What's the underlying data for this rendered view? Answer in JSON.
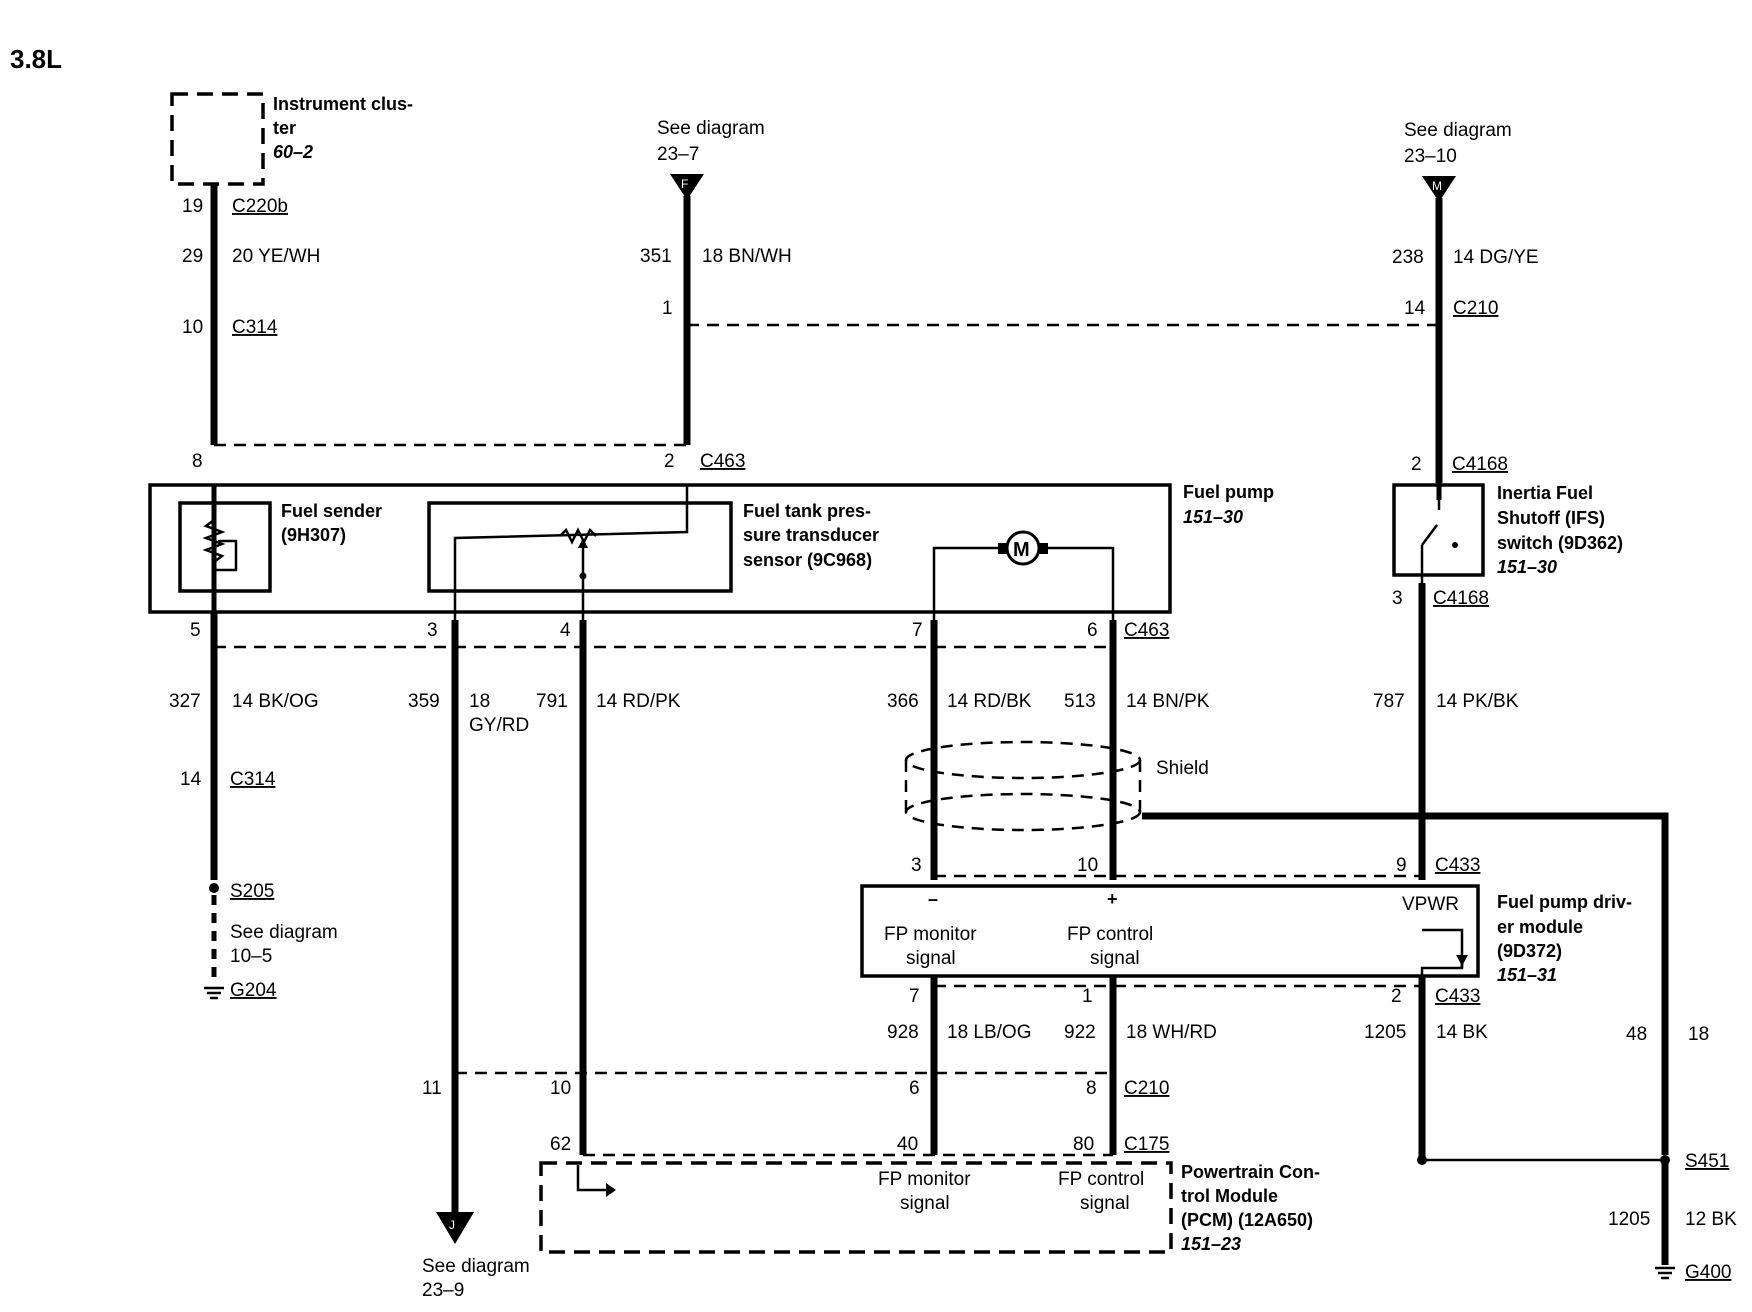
{
  "engine": "3.8L",
  "components": {
    "instrument_cluster": {
      "line1": "Instrument clus-",
      "line2": "ter",
      "ref": "60–2"
    },
    "fuel_sender": {
      "line1": "Fuel sender",
      "line2": "(9H307)"
    },
    "fuel_tank_sensor": {
      "line1": "Fuel tank pres-",
      "line2": "sure transducer",
      "line3": "sensor (9C968)"
    },
    "fuel_pump": {
      "name": "Fuel pump",
      "ref": "151–30",
      "motor": "M"
    },
    "inertia_switch": {
      "line1": "Inertia Fuel",
      "line2": "Shutoff (IFS)",
      "line3": "switch (9D362)",
      "ref": "151–30"
    },
    "fp_driver": {
      "line1": "Fuel pump driv-",
      "line2": "er module",
      "line3": "(9D372)",
      "ref": "151–31",
      "vpwr": "VPWR",
      "minus": "–",
      "plus": "+",
      "mon1": "FP monitor",
      "mon2": "signal",
      "ctl1": "FP control",
      "ctl2": "signal"
    },
    "pcm": {
      "line1": "Powertrain Con-",
      "line2": "trol Module",
      "line3": "(PCM) (12A650)",
      "ref": "151–23",
      "mon1": "FP monitor",
      "mon2": "signal",
      "ctl1": "FP control",
      "ctl2": "signal"
    },
    "shield": "Shield"
  },
  "refs": {
    "see_diagram": "See diagram",
    "d_23_7": "23–7",
    "d_23_10": "23–10",
    "d_23_9": "23–9",
    "d_10_5": "10–5",
    "arrow_f": "F",
    "arrow_m": "M",
    "arrow_j": "J"
  },
  "connectors": {
    "c220b": "C220b",
    "c314": "C314",
    "c463": "C463",
    "c210": "C210",
    "c4168": "C4168",
    "c433": "C433",
    "c175": "C175",
    "s205": "S205",
    "g204": "G204",
    "s451": "S451",
    "g400": "G400"
  },
  "pins": {
    "p19": "19",
    "p10a": "10",
    "p8": "8",
    "p2a": "2",
    "p1a": "1",
    "p14a": "14",
    "p2b": "2",
    "p3a": "3",
    "p5": "5",
    "p3b": "3",
    "p4": "4",
    "p7a": "7",
    "p6a": "6",
    "p14b": "14",
    "p3c": "3",
    "p10b": "10",
    "p9": "9",
    "p7b": "7",
    "p1b": "1",
    "p2c": "2",
    "p11": "11",
    "p10c": "10",
    "p6b": "6",
    "p8b": "8",
    "p62": "62",
    "p40": "40",
    "p80": "80"
  },
  "circuits": {
    "c29": {
      "num": "29",
      "wire": "20 YE/WH"
    },
    "c351": {
      "num": "351",
      "wire": "18 BN/WH"
    },
    "c238": {
      "num": "238",
      "wire": "14 DG/YE"
    },
    "c327": {
      "num": "327",
      "wire": "14 BK/OG"
    },
    "c359": {
      "num": "359",
      "wire": "18",
      "wire2": "GY/RD"
    },
    "c791": {
      "num": "791",
      "wire": "14 RD/PK"
    },
    "c366": {
      "num": "366",
      "wire": "14 RD/BK"
    },
    "c513": {
      "num": "513",
      "wire": "14 BN/PK"
    },
    "c787": {
      "num": "787",
      "wire": "14 PK/BK"
    },
    "c928": {
      "num": "928",
      "wire": "18 LB/OG"
    },
    "c922": {
      "num": "922",
      "wire": "18 WH/RD"
    },
    "c1205a": {
      "num": "1205",
      "wire": "14 BK"
    },
    "c48": {
      "num": "48",
      "wire": "18"
    },
    "c1205b": {
      "num": "1205",
      "wire": "12 BK"
    }
  }
}
